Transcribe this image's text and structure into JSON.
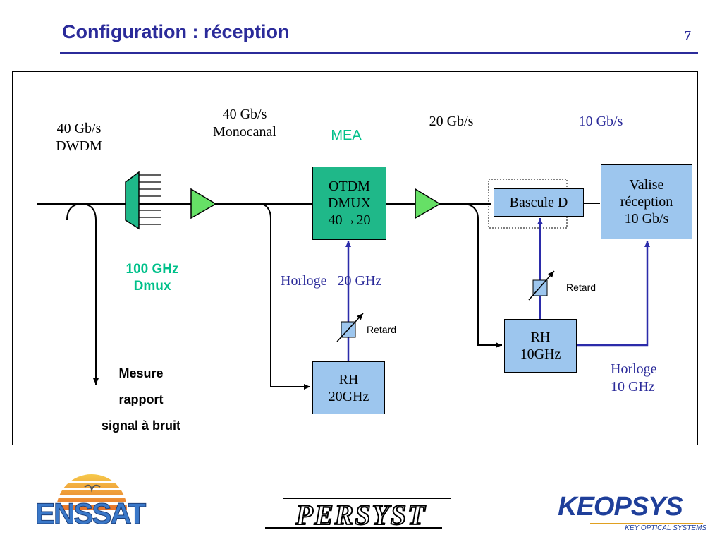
{
  "header": {
    "title": "Configuration : réception",
    "page_number": "7"
  },
  "labels": {
    "in_rate": "40 Gb/s",
    "in_mode": "DWDM",
    "mono_rate": "40 Gb/s",
    "mono_mode": "Monocanal",
    "mea": "MEA",
    "rate_20": "20 Gb/s",
    "rate_10": "10 Gb/s",
    "dmux_1": "100 GHz",
    "dmux_2": "Dmux",
    "horloge_20": "Horloge   20 GHz",
    "retard_1": "Retard",
    "retard_2": "Retard",
    "horloge_10_a": "Horloge",
    "horloge_10_b": "10 GHz",
    "mesure_1": "Mesure",
    "mesure_2": "rapport",
    "mesure_3": "signal à bruit"
  },
  "boxes": {
    "otdm_1": "OTDM",
    "otdm_2": "DMUX",
    "otdm_3": "40",
    "otdm_arrow": "→",
    "otdm_4": "20",
    "bascule": "Bascule D",
    "valise_1": "Valise",
    "valise_2": "réception",
    "valise_3": "10 Gb/s",
    "rh20_1": "RH",
    "rh20_2": "20GHz",
    "rh10_1": "RH",
    "rh10_2": "10GHz"
  },
  "logos": {
    "enssat": "ENSSAT",
    "persyst": "PERSYST",
    "keopsys": "KEOPSYS",
    "keopsys_tag": "KEY OPTICAL SYSTEMS"
  },
  "colors": {
    "title": "#2b2b9a",
    "green_text": "#00c08a",
    "teal_box": "#1fb889",
    "light_blue_box": "#9dc6ee",
    "amplifier": "#66e066",
    "clock_line": "#2b2baa"
  }
}
